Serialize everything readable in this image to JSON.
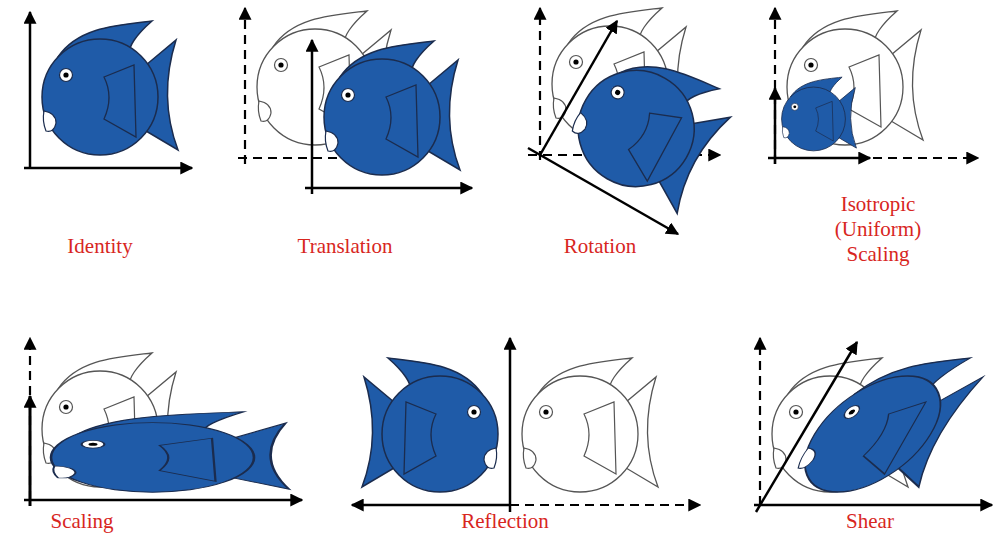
{
  "diagram": {
    "labels": [
      "Identity",
      "Translation",
      "Rotation",
      "Isotropic (Uniform) Scaling",
      "Scaling",
      "Reflection",
      "Shear"
    ]
  }
}
